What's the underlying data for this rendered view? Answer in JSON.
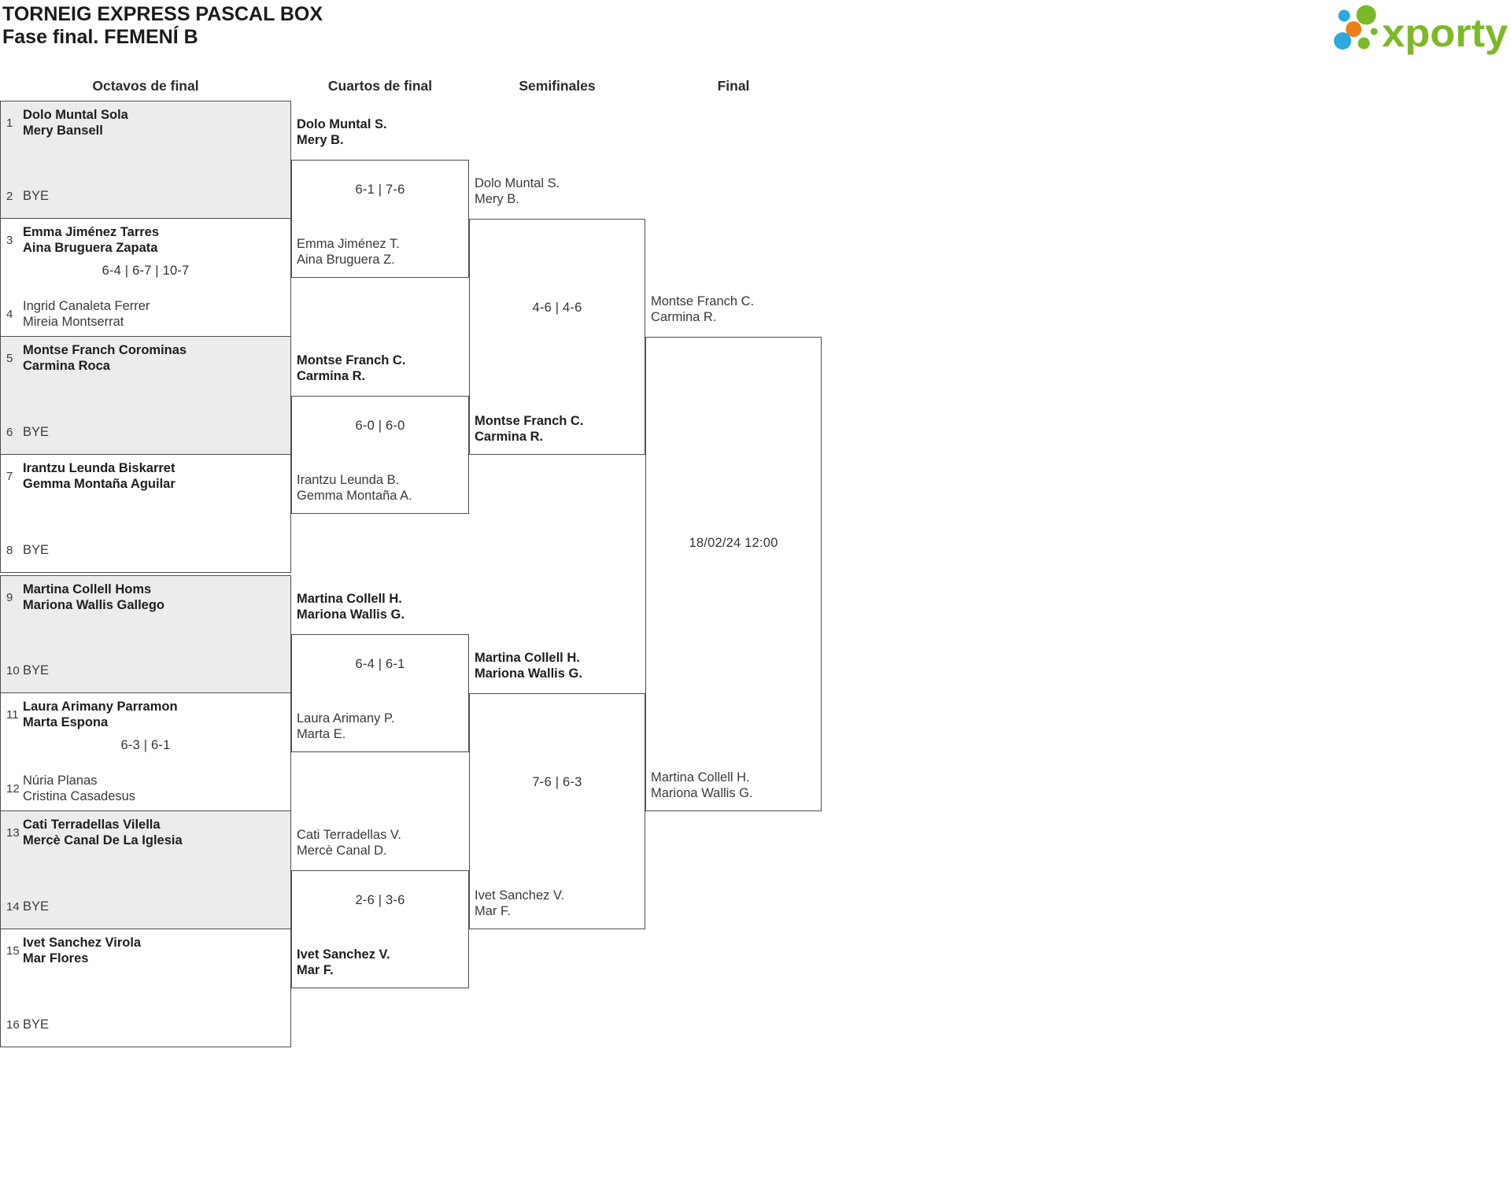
{
  "header": {
    "title_line1": "TORNEIG EXPRESS PASCAL BOX",
    "title_line2": "Fase final. FEMENÍ B",
    "logo_text": "xporty"
  },
  "colors": {
    "box-border": "#4e4e4e",
    "box-shade": "#ececec",
    "text-dark": "#1e1e1e",
    "text-regular": "#3a3a3a",
    "logo-green": "#7cb928",
    "logo-blue": "#2ba9e0",
    "logo-orange": "#ef7d18"
  },
  "round_headers": [
    "Octavos de final",
    "Cuartos de final",
    "Semifinales",
    "Final"
  ],
  "octavos": [
    {
      "score": "",
      "top": {
        "seed": "1",
        "name1": "Dolo Muntal Sola",
        "name2": "Mery Bansell",
        "winner": true
      },
      "bottom": {
        "seed": "2",
        "name1": "BYE",
        "name2": "",
        "winner": false
      }
    },
    {
      "score": "6-4 | 6-7 | 10-7",
      "top": {
        "seed": "3",
        "name1": "Emma Jiménez Tarres",
        "name2": "Aina Bruguera Zapata",
        "winner": true
      },
      "bottom": {
        "seed": "4",
        "name1": "Ingrid Canaleta Ferrer",
        "name2": "Mireia Montserrat",
        "winner": false
      }
    },
    {
      "score": "",
      "top": {
        "seed": "5",
        "name1": "Montse Franch Corominas",
        "name2": "Carmina Roca",
        "winner": true
      },
      "bottom": {
        "seed": "6",
        "name1": "BYE",
        "name2": "",
        "winner": false
      }
    },
    {
      "score": "",
      "top": {
        "seed": "7",
        "name1": "Irantzu Leunda Biskarret",
        "name2": "Gemma Montaña Aguilar",
        "winner": true
      },
      "bottom": {
        "seed": "8",
        "name1": "BYE",
        "name2": "",
        "winner": false
      }
    },
    {
      "score": "",
      "top": {
        "seed": "9",
        "name1": "Martina Collell Homs",
        "name2": "Mariona Wallis Gallego",
        "winner": true
      },
      "bottom": {
        "seed": "10",
        "name1": "BYE",
        "name2": "",
        "winner": false
      }
    },
    {
      "score": "6-3 | 6-1",
      "top": {
        "seed": "11",
        "name1": "Laura Arimany Parramon",
        "name2": "Marta Espona",
        "winner": true
      },
      "bottom": {
        "seed": "12",
        "name1": "Núria Planas",
        "name2": "Cristina Casadesus",
        "winner": false
      }
    },
    {
      "score": "",
      "top": {
        "seed": "13",
        "name1": "Cati Terradellas Vilella",
        "name2": "Mercè Canal De La Iglesia",
        "winner": true
      },
      "bottom": {
        "seed": "14",
        "name1": "BYE",
        "name2": "",
        "winner": false
      }
    },
    {
      "score": "",
      "top": {
        "seed": "15",
        "name1": "Ivet Sanchez Virola",
        "name2": "Mar Flores",
        "winner": true
      },
      "bottom": {
        "seed": "16",
        "name1": "BYE",
        "name2": "",
        "winner": false
      }
    }
  ],
  "cuartos": [
    {
      "score": "6-1 | 7-6",
      "top": {
        "name1": "Dolo Muntal S.",
        "name2": "Mery B.",
        "winner": true
      },
      "bottom": {
        "name1": "Emma Jiménez T.",
        "name2": "Aina Bruguera Z.",
        "winner": false
      }
    },
    {
      "score": "6-0 | 6-0",
      "top": {
        "name1": "Montse Franch C.",
        "name2": "Carmina R.",
        "winner": true
      },
      "bottom": {
        "name1": "Irantzu Leunda B.",
        "name2": "Gemma Montaña A.",
        "winner": false
      }
    },
    {
      "score": "6-4 | 6-1",
      "top": {
        "name1": "Martina Collell H.",
        "name2": "Mariona Wallis G.",
        "winner": true
      },
      "bottom": {
        "name1": "Laura Arimany P.",
        "name2": "Marta E.",
        "winner": false
      }
    },
    {
      "score": "2-6 | 3-6",
      "top": {
        "name1": "Cati Terradellas V.",
        "name2": "Mercè Canal D.",
        "winner": false
      },
      "bottom": {
        "name1": "Ivet Sanchez V.",
        "name2": "Mar F.",
        "winner": true
      }
    }
  ],
  "semifinales": [
    {
      "score": "4-6 | 4-6",
      "top": {
        "name1": "Dolo Muntal S.",
        "name2": "Mery B.",
        "winner": false
      },
      "bottom": {
        "name1": "Montse Franch C.",
        "name2": "Carmina R.",
        "winner": true
      }
    },
    {
      "score": "7-6 | 6-3",
      "top": {
        "name1": "Martina Collell H.",
        "name2": "Mariona Wallis G.",
        "winner": true
      },
      "bottom": {
        "name1": "Ivet Sanchez V.",
        "name2": "Mar F.",
        "winner": false
      }
    }
  ],
  "final": {
    "schedule": "18/02/24 12:00",
    "top": {
      "name1": "Montse Franch C.",
      "name2": "Carmina R.",
      "winner": false
    },
    "bottom": {
      "name1": "Martina Collell H.",
      "name2": "Mariona Wallis G.",
      "winner": false
    }
  }
}
